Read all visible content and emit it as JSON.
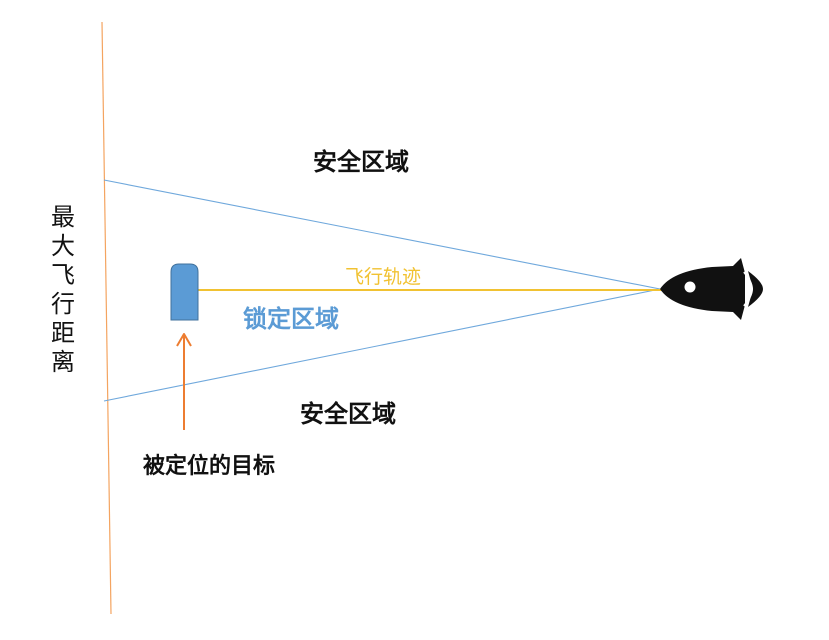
{
  "labels": {
    "safe_zone_top": "安全区域",
    "safe_zone_bottom": "安全区域",
    "lock_zone": "锁定区域",
    "trajectory": "飞行轨迹",
    "target": "被定位的目标",
    "max_distance": "最大飞行距离"
  },
  "colors": {
    "boundary_line": "#F4A460",
    "beam_line": "#6FA8DC",
    "trajectory": "#F1C232",
    "lock_zone_text": "#5B9BD5",
    "target_fill": "#5B9BD5",
    "target_arrow": "#ED7D31",
    "rocket": "#111111"
  },
  "icons": {
    "target": "target-block-icon",
    "rocket": "rocket-icon"
  }
}
